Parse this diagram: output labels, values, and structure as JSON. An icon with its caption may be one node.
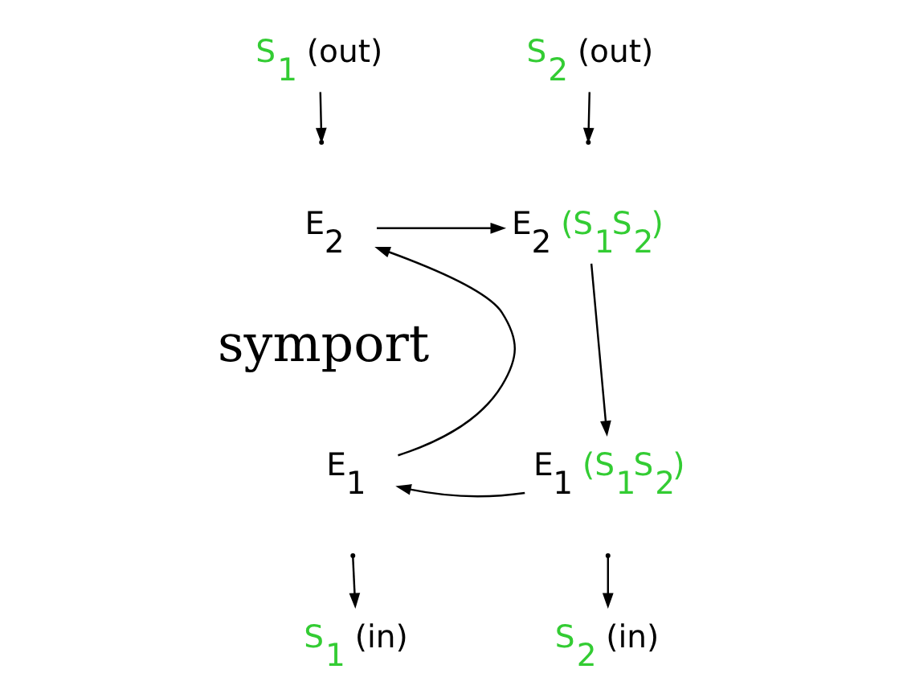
{
  "diagram": {
    "nodes": [
      {
        "text": [
          "E$_{2}$"
        ]
      },
      {
        "text": [
          "E$_{2}$",
          "(S$_{1}$S$_{2}$)"
        ]
      },
      {
        "text": [
          "E$_{1}$",
          "(S$_{1}$S$_{2}$)"
        ]
      },
      {
        "text": [
          "E$_{1}$"
        ]
      },
      {
        "text": [
          "S$_{1}$",
          "(out)"
        ]
      },
      {
        "text": [
          "S$_{2}$",
          "(out)"
        ]
      },
      {
        "text": [
          "S$_{1}$",
          "(in)"
        ]
      },
      {
        "text": [
          "S$_{2}$",
          "(in)"
        ]
      }
    ],
    "edges": [
      {
        "from": 0,
        "to": 1,
        "arrow": "to"
      },
      {
        "from": 1,
        "to": 2,
        "arrow": "to"
      },
      {
        "from": 2,
        "to": 3,
        "arrow": "to"
      },
      {
        "from": 3,
        "to": 0,
        "arrow": "to"
      },
      {
        "from": 4,
        "to": null,
        "arrow": "to"
      },
      {
        "from": 5,
        "to": null,
        "arrow": "to"
      },
      {
        "from": null,
        "to": 6,
        "arrow": "to"
      },
      {
        "from": null,
        "to": 7,
        "arrow": "to"
      }
    ],
    "labels": [
      "symport"
    ]
  }
}
